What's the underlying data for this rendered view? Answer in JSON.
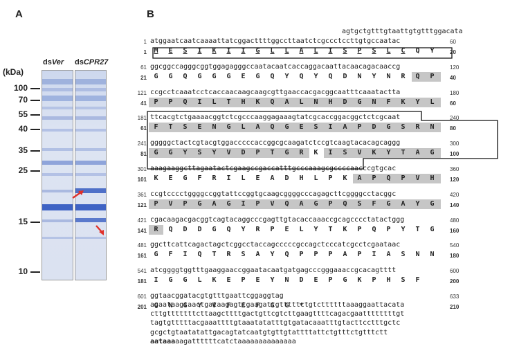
{
  "panelA": {
    "label": "A",
    "kda_label": "(kDa)",
    "lane1_prefix": "ds",
    "lane1_italic": "Ver",
    "lane2_prefix": "ds",
    "lane2_italic": "CPR27",
    "markers": [
      "100",
      "70",
      "55",
      "40",
      "35",
      "25",
      "15",
      "10"
    ]
  },
  "panelB": {
    "label": "B",
    "utr5": "agtgctgtttgtaattgtgtttggacata",
    "utr3": [
      "agaataagtaactgataagagttgaagattgtttttctgtcttttttaaaggaattacata",
      "cttgtttttttcttaagcttttgactgttcgtcttgaagttttcagacgaattttttttgt",
      "tagtgtttttacgaaattttgtaaatatatttgtgatacaaatttgtacttcctttgctc",
      "gcgctgtaatatattgacagtatcaatgtgttgtattttattctgtttctgtttctt"
    ],
    "last_bold": "aataaa",
    "last_rest": "aagattttttcatctaaaaaaaaaaaaaa",
    "rows": [
      {
        "ns": "1",
        "ne": "60",
        "nt": "atggaatcaatcaaaattatcggacttttggccttaatctcgccctccttgtgccaatac",
        "as": "1",
        "ae": "20",
        "aa": [
          "M",
          "E",
          "S",
          "I",
          "K",
          "I",
          "I",
          "G",
          "L",
          "L",
          "A",
          "L",
          "I",
          "S",
          "P",
          "S",
          "L",
          "C",
          "Q",
          "Y"
        ]
      },
      {
        "ns": "61",
        "ne": "120",
        "nt": "ggcggccagggcggtggagagggccaatacaatcaccaggacaattacaacagacaaccg",
        "as": "21",
        "ae": "40",
        "aa": [
          "G",
          "G",
          "Q",
          "G",
          "G",
          "G",
          "E",
          "G",
          "Q",
          "Y",
          "Q",
          "Y",
          "Q",
          "D",
          "N",
          "Y",
          "N",
          "R",
          "Q",
          "P"
        ]
      },
      {
        "ns": "121",
        "ne": "180",
        "nt": "ccgcctcaaatcctcaccaacaagcaagcgttgaaccacgacggcaatttcaaatactta",
        "as": "41",
        "ae": "60",
        "aa": [
          "P",
          "P",
          "Q",
          "I",
          "L",
          "T",
          "H",
          "K",
          "Q",
          "A",
          "L",
          "N",
          "H",
          "D",
          "G",
          "N",
          "F",
          "K",
          "Y",
          "L"
        ]
      },
      {
        "ns": "181",
        "ne": "240",
        "nt": "ttcacgtctgaaaacggtctcgcccaaggagaaagtatcgcaccggacggctctcgcaat",
        "as": "61",
        "ae": "80",
        "aa": [
          "F",
          "T",
          "S",
          "E",
          "N",
          "G",
          "L",
          "A",
          "Q",
          "G",
          "E",
          "S",
          "I",
          "A",
          "P",
          "D",
          "G",
          "S",
          "R",
          "N"
        ]
      },
      {
        "ns": "241",
        "ne": "300",
        "nt": "gggggctactcgtacgtggacccccaccggcgcaagatctccgtcaagtacacagcaggg",
        "as": "81",
        "ae": "100",
        "aa": [
          "G",
          "G",
          "Y",
          "S",
          "Y",
          "V",
          "D",
          "P",
          "T",
          "G",
          "R",
          "K",
          "I",
          "S",
          "V",
          "K",
          "Y",
          "T",
          "A",
          "G"
        ]
      },
      {
        "ns": "301",
        "ne": "360",
        "nt": "aaagaaggcttagaatactcgaagccgaccatttgcccaaagcgccccaacccgtgcac",
        "as": "101",
        "ae": "120",
        "aa": [
          "K",
          "E",
          "G",
          "F",
          "R",
          "I",
          "L",
          "E",
          "A",
          "D",
          "H",
          "L",
          "P",
          "K",
          "A",
          "P",
          "Q",
          "P",
          "V",
          "H"
        ]
      },
      {
        "ns": "361",
        "ne": "420",
        "nt": "ccgtcccctggggccggtattccggtgcaagcggggcccagagcttcggggcctacggc",
        "as": "121",
        "ae": "140",
        "aa": [
          "P",
          "V",
          "P",
          "G",
          "A",
          "G",
          "I",
          "P",
          "V",
          "Q",
          "A",
          "G",
          "P",
          "Q",
          "S",
          "F",
          "G",
          "A",
          "Y",
          "G"
        ]
      },
      {
        "ns": "421",
        "ne": "480",
        "nt": "cgacaagacgacggtcagtacaggcccgagttgtacaccaaaccgcagcccctatactggg",
        "as": "141",
        "ae": "160",
        "aa": [
          "R",
          "Q",
          "D",
          "D",
          "G",
          "Q",
          "Y",
          "R",
          "P",
          "E",
          "L",
          "Y",
          "T",
          "K",
          "P",
          "Q",
          "P",
          "Y",
          "T",
          "G"
        ]
      },
      {
        "ns": "481",
        "ne": "540",
        "nt": "ggcttcattcagactagctcggcctaccagcccccgccagctcccatcgcctcgaataac",
        "as": "161",
        "ae": "180",
        "aa": [
          "G",
          "F",
          "I",
          "Q",
          "T",
          "R",
          "S",
          "A",
          "Y",
          "Q",
          "P",
          "P",
          "P",
          "A",
          "P",
          "I",
          "A",
          "S",
          "N",
          "N"
        ]
      },
      {
        "ns": "541",
        "ne": "600",
        "nt": "atcggggtggtttgaaggaaccggaatacaatgatgagcccgggaaaccgcacagtttt",
        "as": "181",
        "ae": "200",
        "aa": [
          "I",
          "G",
          "G",
          "L",
          "K",
          "E",
          "P",
          "E",
          "Y",
          "N",
          "D",
          "E",
          "P",
          "G",
          "K",
          "P",
          "H",
          "S",
          "F"
        ]
      },
      {
        "ns": "601",
        "ne": "633",
        "nt": "ggtaacggatacgtgtttgaattcggaggtag",
        "as": "201",
        "ae": "210",
        "aa": [
          "G",
          "N",
          "G",
          "Y",
          "V",
          "F",
          "E",
          "F",
          "G",
          "G",
          "*"
        ]
      }
    ]
  }
}
